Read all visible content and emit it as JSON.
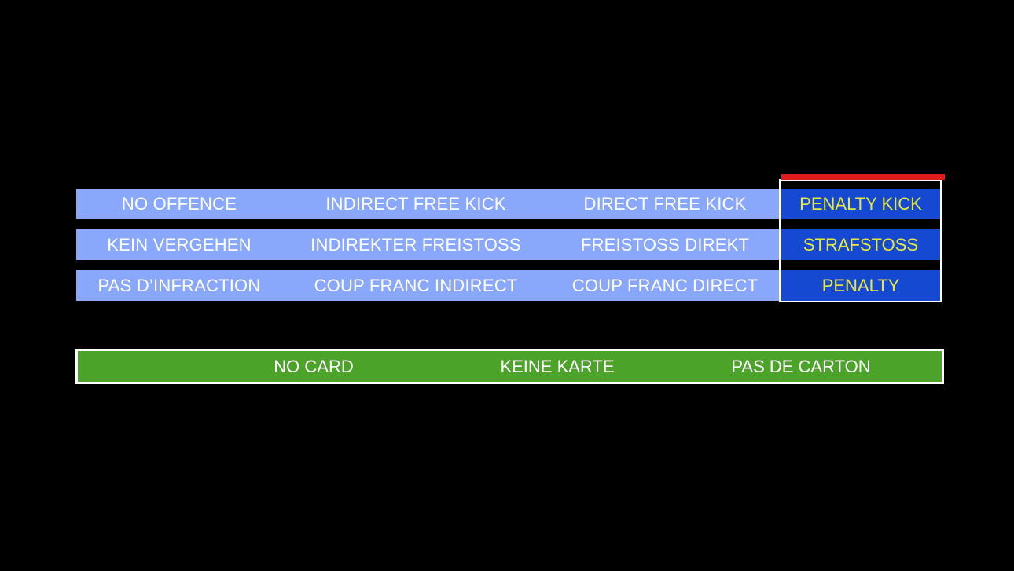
{
  "palette": {
    "background": "#000000",
    "row_blue": "#89a7fb",
    "penalty_blue": "#1549d2",
    "penalty_text": "#e8e83c",
    "accent_red": "#e01b1b",
    "card_green": "#4ca32a",
    "border_white": "#ffffff",
    "row_text": "#ffffff"
  },
  "decision_table": {
    "rows": [
      {
        "language": "english",
        "cells": [
          {
            "label": "NO OFFENCE"
          },
          {
            "label": "INDIRECT FREE KICK"
          },
          {
            "label": "DIRECT FREE KICK"
          }
        ],
        "highlight": {
          "label": "PENALTY KICK"
        }
      },
      {
        "language": "german",
        "cells": [
          {
            "label": "KEIN VERGEHEN"
          },
          {
            "label": "INDIREKTER FREISTOSS"
          },
          {
            "label": "FREISTOSS DIREKT"
          }
        ],
        "highlight": {
          "label": "STRAFSTOSS"
        }
      },
      {
        "language": "french",
        "cells": [
          {
            "label": "PAS D’INFRACTION"
          },
          {
            "label": "COUP FRANC INDIRECT"
          },
          {
            "label": "COUP FRANC DIRECT"
          }
        ],
        "highlight": {
          "label": "PENALTY"
        }
      }
    ]
  },
  "card_bar": {
    "cells": [
      {
        "language": "english",
        "label": "NO CARD"
      },
      {
        "language": "german",
        "label": "KEINE KARTE"
      },
      {
        "language": "french",
        "label": "PAS DE CARTON"
      }
    ]
  }
}
